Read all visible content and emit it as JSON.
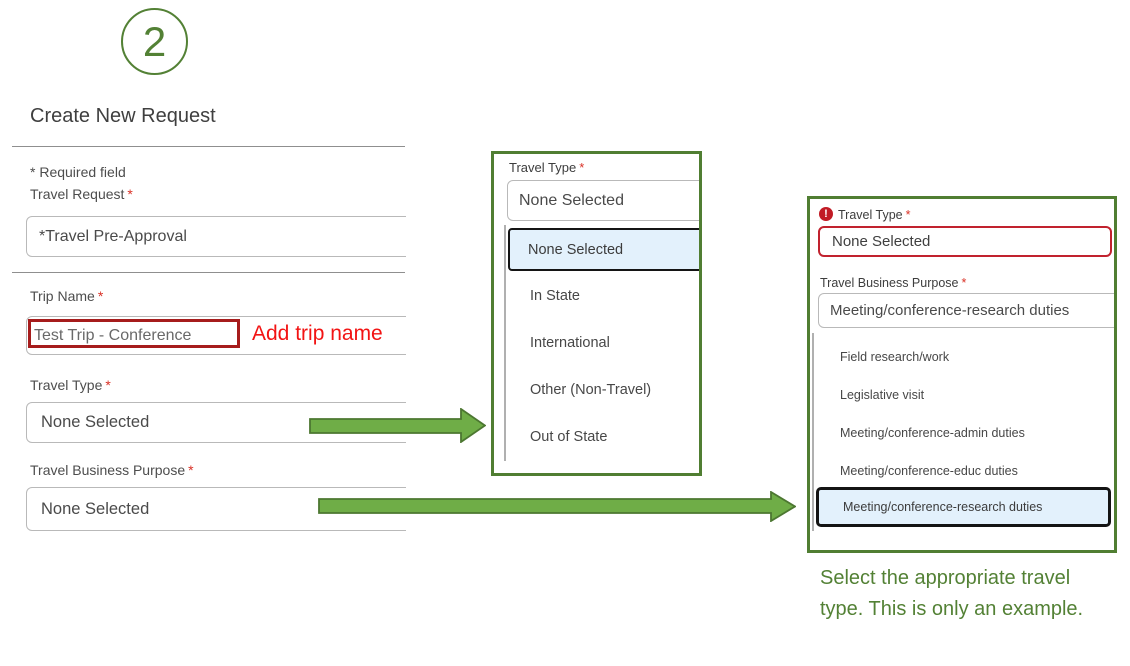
{
  "symbols": {
    "required_mark": "*",
    "error_glyph": "!"
  },
  "colors": {
    "panel_border_green": "#507E32",
    "arrow_fill_green": "#6FAD47",
    "caption_green": "#538135",
    "annotation_red": "#F21313",
    "highlight_box_red": "#A61C1C",
    "error_border_red": "#C1222E",
    "selected_option_blue": "#E3F1FC"
  },
  "step_badge": {
    "number": "2"
  },
  "main_form": {
    "title": "Create New Request",
    "required_note": "* Required field",
    "travel_request": {
      "label": "Travel Request",
      "value": "*Travel Pre-Approval"
    },
    "trip_name": {
      "label": "Trip Name",
      "value": "Test Trip - Conference",
      "annotation": "Add trip name"
    },
    "travel_type": {
      "label": "Travel Type",
      "value": "None Selected"
    },
    "travel_business_purpose": {
      "label": "Travel Business Purpose",
      "value": "None Selected"
    }
  },
  "travel_type_popup": {
    "label": "Travel Type",
    "value": "None Selected",
    "selected_option": "None Selected",
    "options": [
      "None Selected",
      "In State",
      "International",
      "Other (Non-Travel)",
      "Out of State"
    ]
  },
  "business_purpose_popup": {
    "travel_type_label": "Travel Type",
    "travel_type_value": "None Selected",
    "label": "Travel Business Purpose",
    "value": "Meeting/conference-research duties",
    "selected_option": "Meeting/conference-research duties",
    "options": [
      "Field research/work",
      "Legislative visit",
      "Meeting/conference-admin duties",
      "Meeting/conference-educ duties",
      "Meeting/conference-research duties"
    ]
  },
  "caption": {
    "text": "Select the appropriate travel type. This is only an example."
  }
}
